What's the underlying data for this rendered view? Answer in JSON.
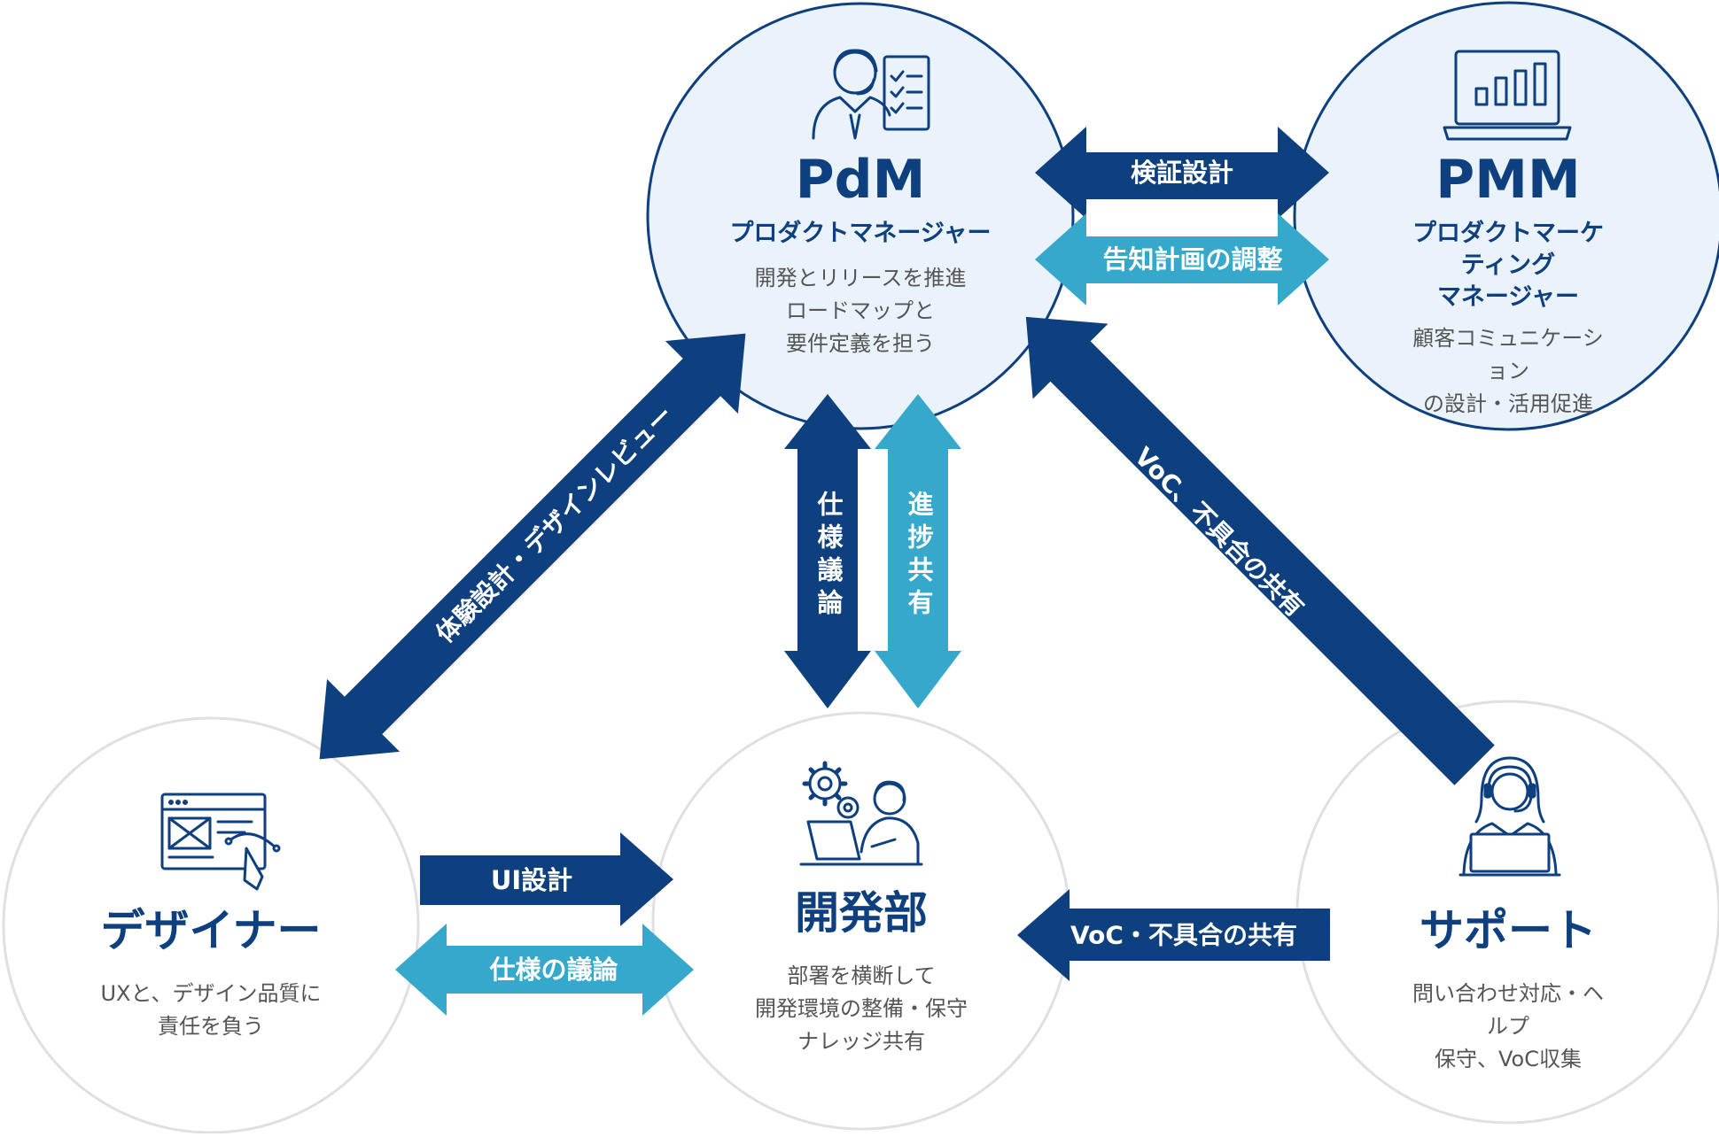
{
  "colors": {
    "dark": "#0e3f7e",
    "light": "#36a8cb",
    "circle_fill": "#eaf2fb",
    "circle_stroke": "#0e3f7e",
    "grey_stroke": "#e0e0e0",
    "desc_text": "#555555"
  },
  "nodes": {
    "pdm": {
      "icon": "product-manager-checklist-icon",
      "title": "PdM",
      "subtitle": "プロダクトマネージャー",
      "desc": "開発とリリースを推進\nロードマップと\n要件定義を担う"
    },
    "pmm": {
      "icon": "laptop-chart-icon",
      "title": "PMM",
      "subtitle": "プロダクトマーケティング\nマネージャー",
      "desc": "顧客コミュニケーション\nの設計・活用促進"
    },
    "designer": {
      "icon": "wireframe-pen-tool-icon",
      "title": "デザイナー",
      "desc": "UXと、デザイン品質に\n責任を負う"
    },
    "dev": {
      "icon": "developer-gears-icon",
      "title": "開発部",
      "desc": "部署を横断して\n開発環境の整備・保守\nナレッジ共有"
    },
    "support": {
      "icon": "headset-operator-icon",
      "title": "サポート",
      "desc": "問い合わせ対応・ヘルプ\n保守、VoC収集"
    }
  },
  "arrows": {
    "pdm_pmm_verify": "検証設計",
    "pdm_pmm_announce": "告知計画の調整",
    "pdm_designer": "体験設計・デザインレビュー",
    "pdm_dev_spec": "仕様議論",
    "pdm_dev_progress": "進捗共有",
    "support_pdm": "VoC、不具合の共有",
    "designer_dev_ui": "UI設計",
    "designer_dev_spec": "仕様の議論",
    "support_dev": "VoC・不具合の共有"
  }
}
